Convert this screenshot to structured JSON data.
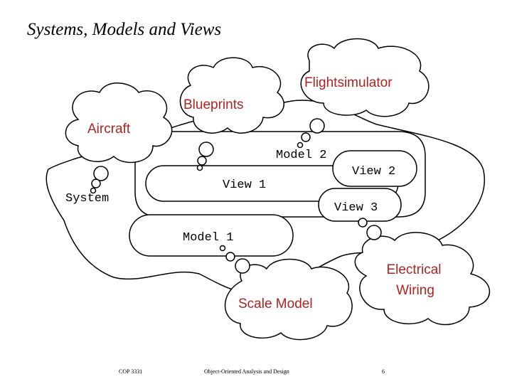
{
  "slide": {
    "title": "Systems, Models and Views"
  },
  "diagram": {
    "system_label": "System",
    "model1_label": "Model 1",
    "model2_label": "Model 2",
    "view1_label": "View 1",
    "view2_label": "View 2",
    "view3_label": "View 3",
    "clouds": {
      "aircraft": "Aircraft",
      "blueprints": "Blueprints",
      "flightsimulator": "Flightsimulator",
      "scale_model": "Scale Model",
      "electrical_wiring_line1": "Electrical",
      "electrical_wiring_line2": "Wiring"
    },
    "label_color": "#b22222"
  },
  "footer": {
    "course": "COP 3331",
    "subject": "Object-Oriented Analysis and Design",
    "page": "6"
  }
}
